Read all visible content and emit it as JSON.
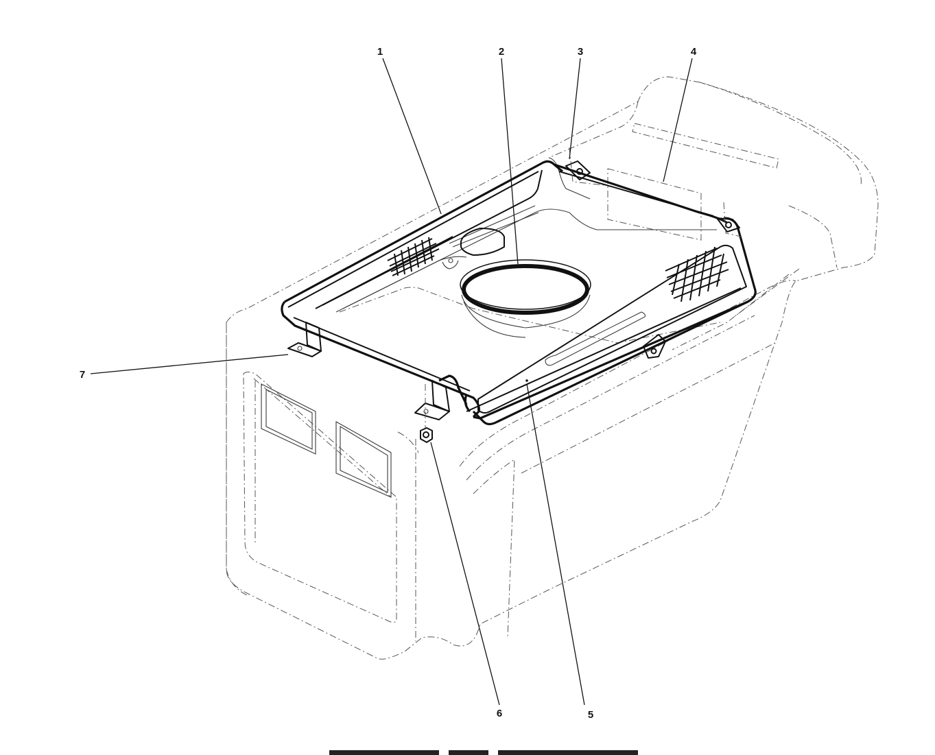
{
  "diagram": {
    "callouts": [
      {
        "id": "1",
        "label": "1"
      },
      {
        "id": "2",
        "label": "2"
      },
      {
        "id": "3",
        "label": "3"
      },
      {
        "id": "4",
        "label": "4"
      },
      {
        "id": "5",
        "label": "5"
      },
      {
        "id": "6",
        "label": "6"
      },
      {
        "id": "7",
        "label": "7"
      }
    ],
    "colors": {
      "ink": "#111111",
      "outline": "#3a3a3a",
      "paper": "#ffffff"
    }
  }
}
